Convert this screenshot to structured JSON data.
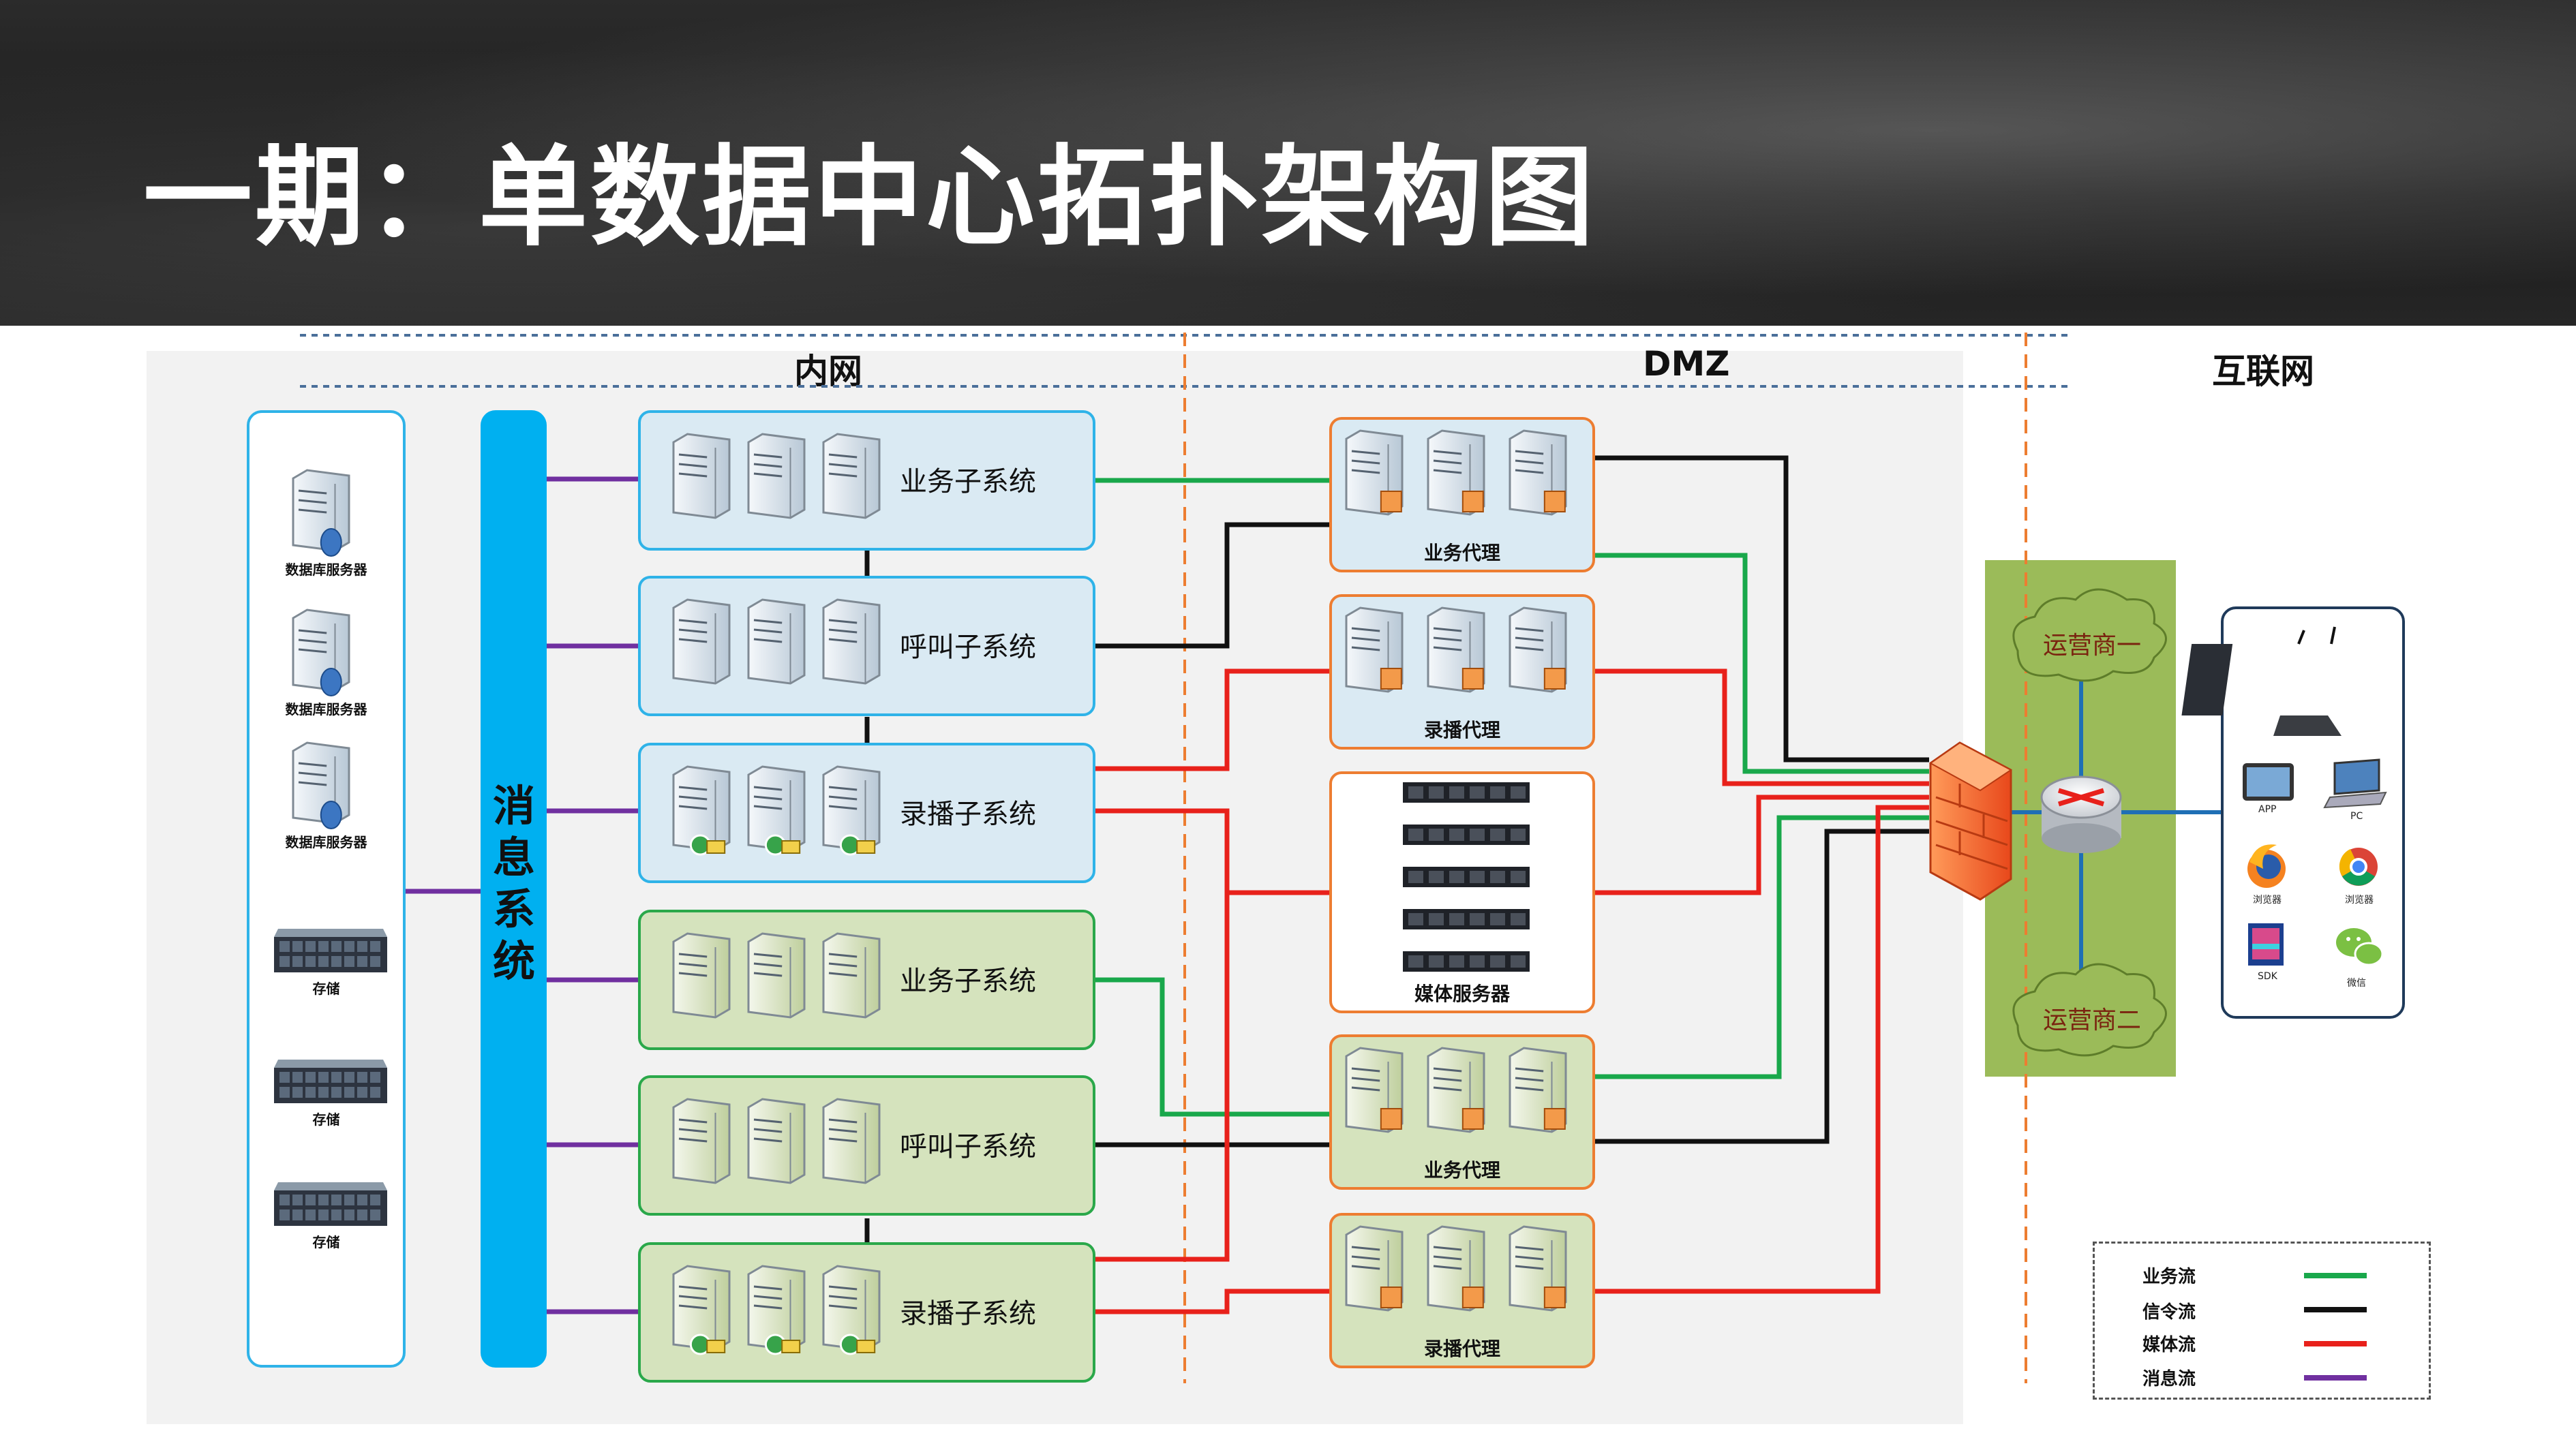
{
  "page": {
    "title": "一期：单数据中心拓扑架构图"
  },
  "zones": {
    "intranet": "内网",
    "dmz": "DMZ",
    "internet": "互联网"
  },
  "left_panel": {
    "db_servers": [
      "数据库服务器",
      "数据库服务器",
      "数据库服务器"
    ],
    "storage": [
      "存储",
      "存储",
      "存储"
    ]
  },
  "message_system": "消息系统",
  "subsystems": [
    {
      "label": "业务子系统",
      "group": "blue"
    },
    {
      "label": "呼叫子系统",
      "group": "blue"
    },
    {
      "label": "录播子系统",
      "group": "blue"
    },
    {
      "label": "业务子系统",
      "group": "green"
    },
    {
      "label": "呼叫子系统",
      "group": "green"
    },
    {
      "label": "录播子系统",
      "group": "green"
    }
  ],
  "dmz_boxes": [
    {
      "label": "业务代理",
      "group": "blue"
    },
    {
      "label": "录播代理",
      "group": "blue"
    },
    {
      "label": "媒体服务器",
      "group": "shared"
    },
    {
      "label": "业务代理",
      "group": "green"
    },
    {
      "label": "录播代理",
      "group": "green"
    }
  ],
  "carriers": [
    "运营商一",
    "运营商二"
  ],
  "clients": [
    "APP",
    "PC",
    "浏览器",
    "浏览器",
    "SDK",
    "微信"
  ],
  "legend": [
    {
      "label": "业务流",
      "color": "#19a84b"
    },
    {
      "label": "信令流",
      "color": "#111111"
    },
    {
      "label": "媒体流",
      "color": "#e8211b"
    },
    {
      "label": "消息流",
      "color": "#7030a0"
    }
  ],
  "colors": {
    "blue_fill": "#daeaf3",
    "blue_border": "#2fb3e8",
    "green_fill": "#d5e3bd",
    "green_border": "#2aa84a",
    "orange": "#ed7d31",
    "msg_bar": "#00b0f0",
    "firewall_zone": "#9bbb59"
  }
}
